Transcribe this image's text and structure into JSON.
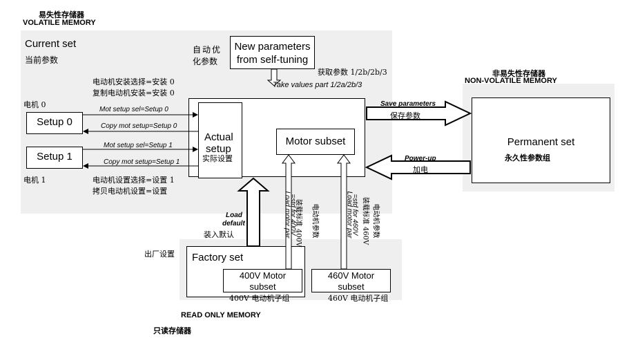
{
  "volatile_memory": {
    "title_cn": "易失性存储器",
    "title_en": "VOLATILE MEMORY",
    "current_set": "Current set",
    "current_set_cn": "当前参数",
    "auto_opt_cn_1": "自动优",
    "auto_opt_cn_2": "化参数"
  },
  "new_params": {
    "line1": "New parameters",
    "line2": "from self-tuning",
    "get_cn": "获取参数 1/2b/2b/3",
    "take_values": "Take values part 1/2a/2b/3"
  },
  "motor0": {
    "cn_label": "电机 0",
    "setup": "Setup 0",
    "sel_cn": "电动机安装选择=安装 0",
    "copy_cn": "复制电动机安装=安装 0",
    "sel_arrow": "Mot setup sel=Setup 0",
    "copy_arrow": "Copy mot setup=Setup 0"
  },
  "motor1": {
    "cn_label": "电机 1",
    "setup": "Setup 1",
    "sel_arrow": "Mot setup sel=Setup 1",
    "copy_arrow": "Copy mot setup=Setup 1",
    "sel_cn": "电动机设置选择=设置 1",
    "copy_cn": "拷贝电动机设置=设置"
  },
  "actual_setup": {
    "line1": "Actual",
    "line2": "setup",
    "cn": "实际设置"
  },
  "motor_subset": "Motor subset",
  "save_params": {
    "en": "Save parameters",
    "cn": "保存参数"
  },
  "power_up": {
    "en": "Power-up",
    "cn": "加电"
  },
  "nonvolatile": {
    "title_cn": "非易失性存储器",
    "title_en": "NON-VOLATILE MEMORY",
    "permanent_set": "Permanent set",
    "permanent_cn": "永久性参数组"
  },
  "load_default": {
    "line1": "Load",
    "line2": "default",
    "cn": "装入默认"
  },
  "load_400": {
    "en1": "Load motor par",
    "en2": "=std for 400V",
    "cn1": "装载标准 400V",
    "cn2": "电动机参数"
  },
  "load_460": {
    "en1": "Load motor par",
    "en2": "=std for 460V",
    "cn1": "装载标准 460V",
    "cn2": "电动机参数"
  },
  "factory": {
    "cn_label": "出厂设置",
    "title": "Factory set",
    "m400_1": "400V Motor",
    "m400_2": "subset",
    "m400_cn": "400V 电动机子组",
    "m460_1": "460V Motor",
    "m460_2": "subset",
    "m460_cn": "460V 电动机子组"
  },
  "rom": {
    "title_en": "READ ONLY MEMORY",
    "title_cn": "只读存储器"
  }
}
